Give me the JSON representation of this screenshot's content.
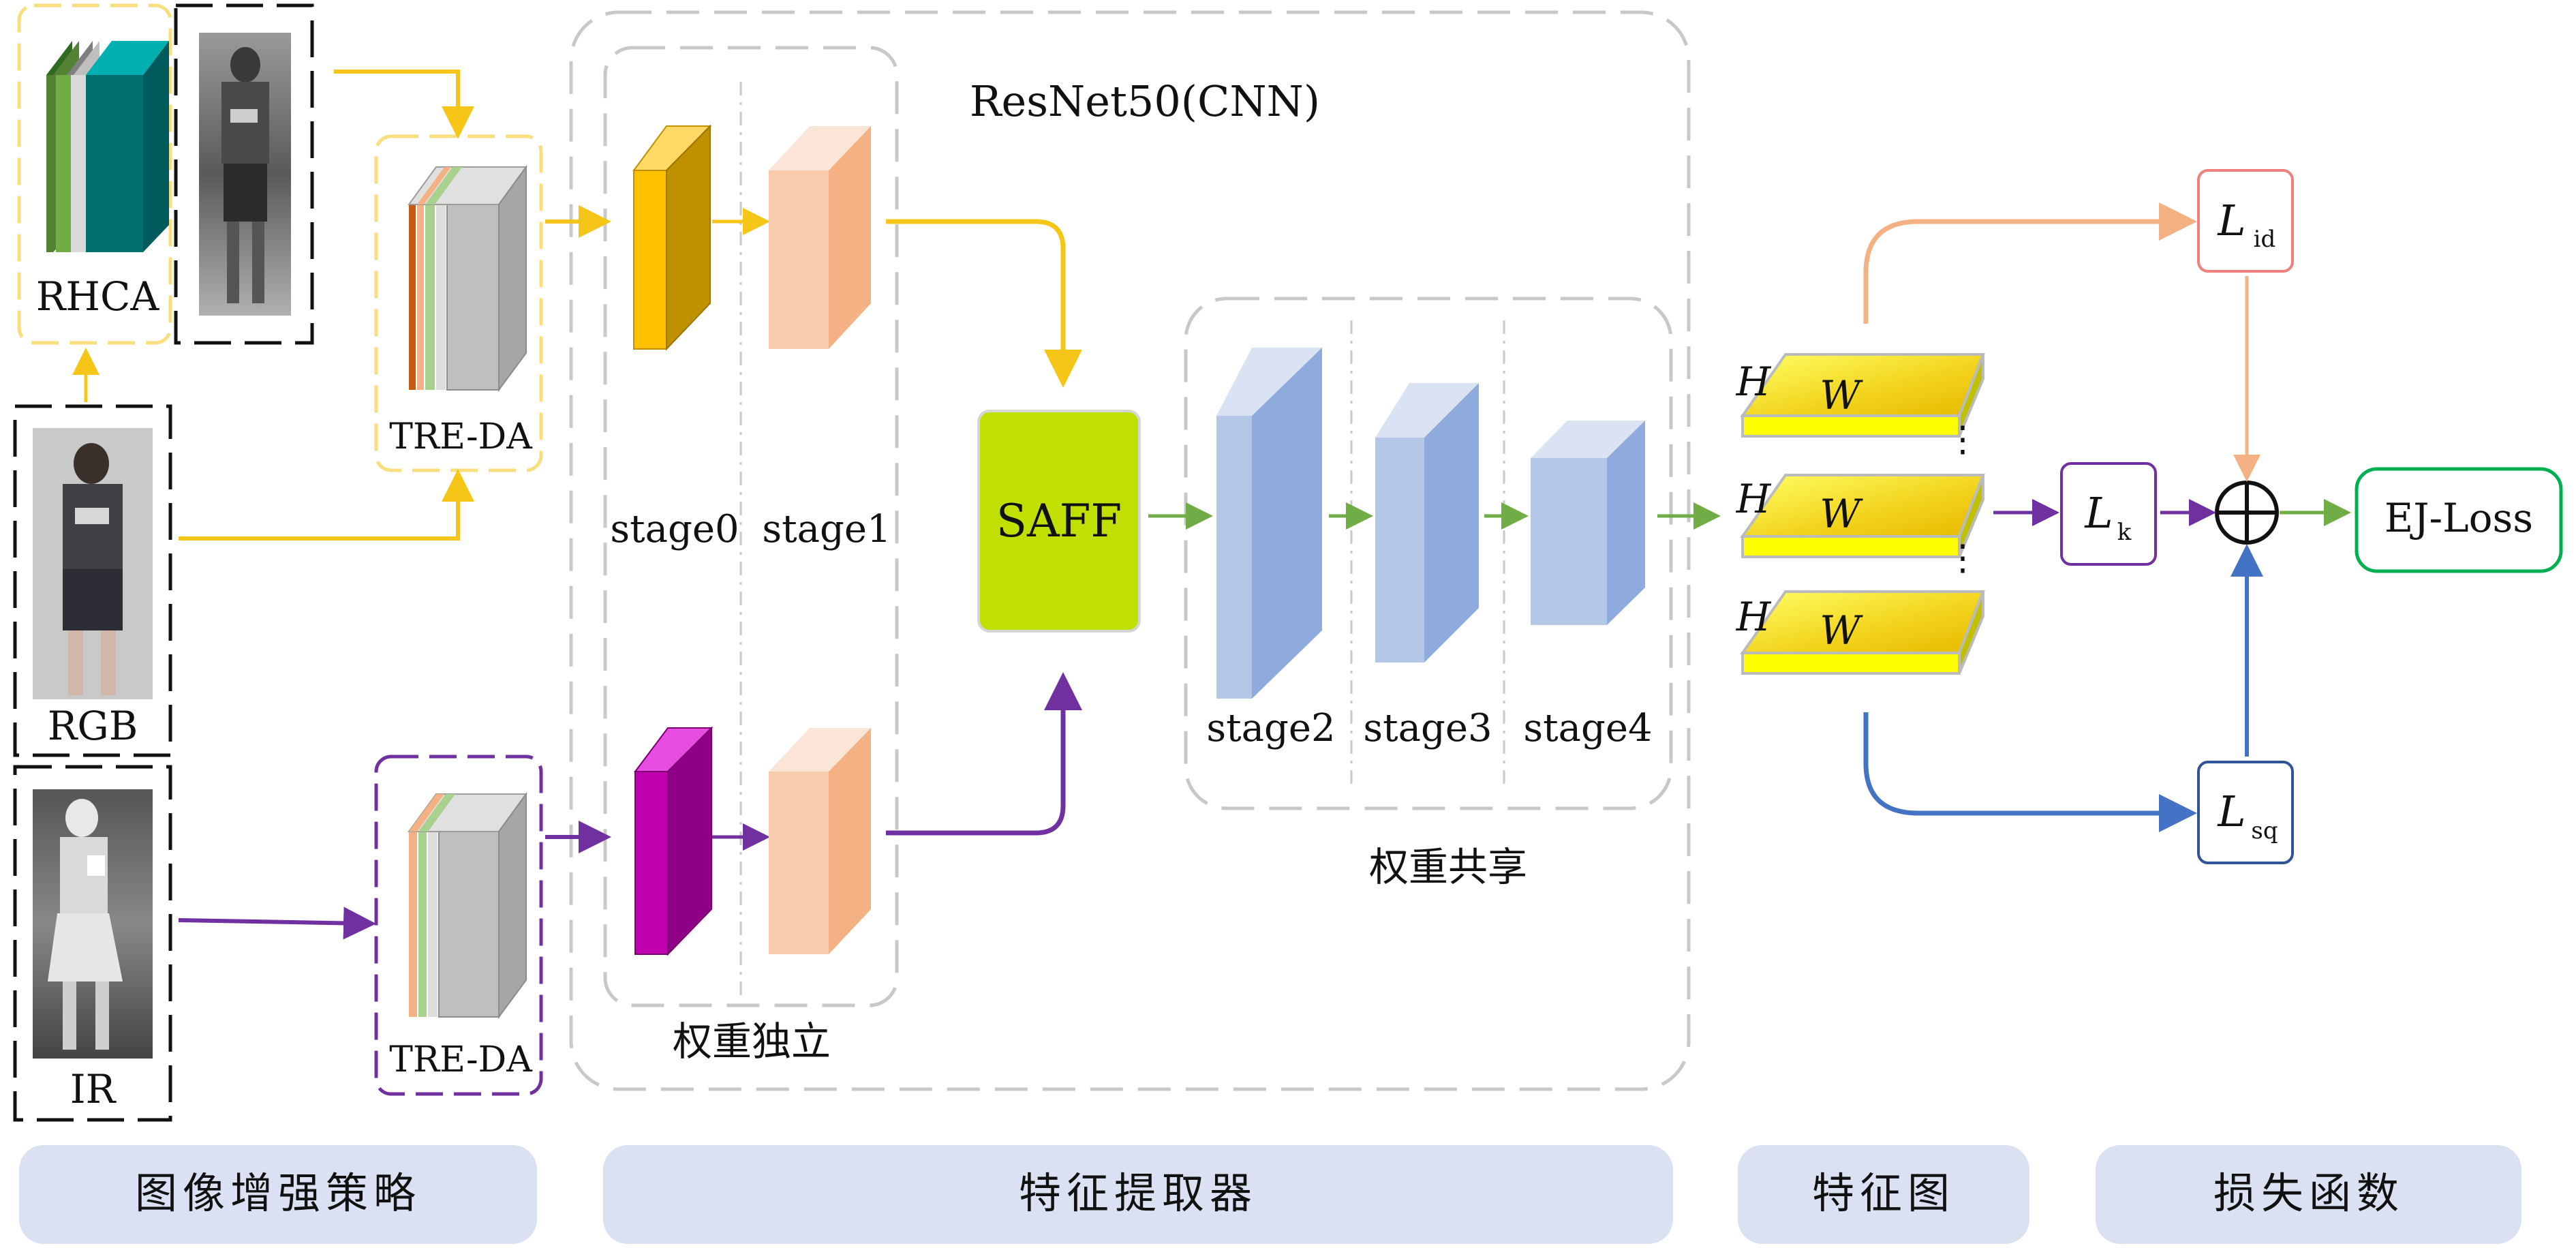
{
  "resnet_title": "ResNet50(CNN)",
  "rhca_label": "RHCA",
  "rgb_label": "RGB",
  "ir_label": "IR",
  "treda_top_label": "TRE-DA",
  "treda_bottom_label": "TRE-DA",
  "stages": {
    "s0": "stage0",
    "s1": "stage1",
    "s2": "stage2",
    "s3": "stage3",
    "s4": "stage4"
  },
  "saff_label": "SAFF",
  "independent_label": "权重独立",
  "shared_label": "权重共享",
  "feature_maps": [
    {
      "h": "H",
      "w": "W"
    },
    {
      "h": "H",
      "w": "W"
    },
    {
      "h": "H",
      "w": "W"
    }
  ],
  "ellipsis": "⋮",
  "losses": {
    "id": {
      "main": "L",
      "sub": "id"
    },
    "k": {
      "main": "L",
      "sub": "k"
    },
    "sq": {
      "main": "L",
      "sub": "sq"
    },
    "ej": "EJ-Loss"
  },
  "sections": [
    "图像增强策略",
    "特征提取器",
    "特征图",
    "损失函数"
  ],
  "colors": {
    "yellow_arrow": "#F5C518",
    "purple_arrow": "#7030A0",
    "green_arrow": "#70AD47",
    "blue_arrow": "#4472C4",
    "peach_arrow": "#F4B183",
    "saff_fill": "#BFE000",
    "section_fill": "#DAE1F2",
    "ej_border": "#00B050",
    "lid_border": "#F08080",
    "lk_border": "#7030A0",
    "lsq_border": "#2F5597"
  }
}
